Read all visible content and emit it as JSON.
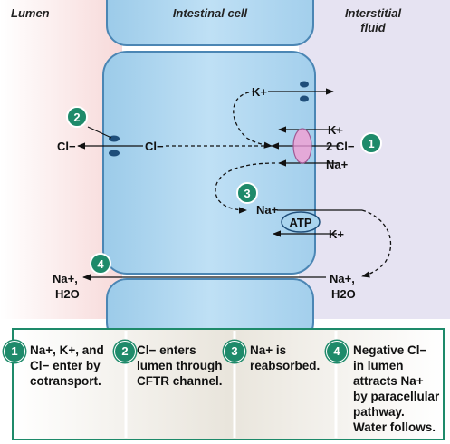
{
  "regions": {
    "lumen": "Lumen",
    "cell": "Intestinal cell",
    "interstitial_line1": "Interstitial",
    "interstitial_line2": "fluid"
  },
  "diagram": {
    "k_top": "K+",
    "cl_lumen": "Cl−",
    "cl_cell": "Cl−",
    "k_cotransport": "K+",
    "cl_cotransport": "2 Cl−",
    "na_cotransport": "Na+",
    "na_cell": "Na+",
    "atp": "ATP",
    "k_pump": "K+",
    "na_lumen": "Na+,",
    "h2o_lumen": "H2O",
    "na_interstitial": "Na+,",
    "h2o_interstitial": "H2O",
    "step_1": "1",
    "step_2": "2",
    "step_3": "3",
    "step_4": "4"
  },
  "key": [
    {
      "num": "1",
      "lines": [
        "Na+, K+, and",
        "Cl− enter by",
        "cotransport."
      ]
    },
    {
      "num": "2",
      "lines": [
        "Cl− enters",
        "lumen through",
        "CFTR channel."
      ]
    },
    {
      "num": "3",
      "lines": [
        "Na+ is",
        "reabsorbed."
      ]
    },
    {
      "num": "4",
      "lines": [
        "Negative Cl−",
        "in lumen",
        "attracts Na+",
        "by paracellular",
        "pathway.",
        "Water follows."
      ]
    }
  ],
  "colors": {
    "accent_green": "#1e8a6a",
    "cell_fill": "#a9d4ee",
    "cell_stroke": "#4b86b4",
    "channel": "#1f4e7a",
    "cotransporter": "#e4a9d8"
  }
}
